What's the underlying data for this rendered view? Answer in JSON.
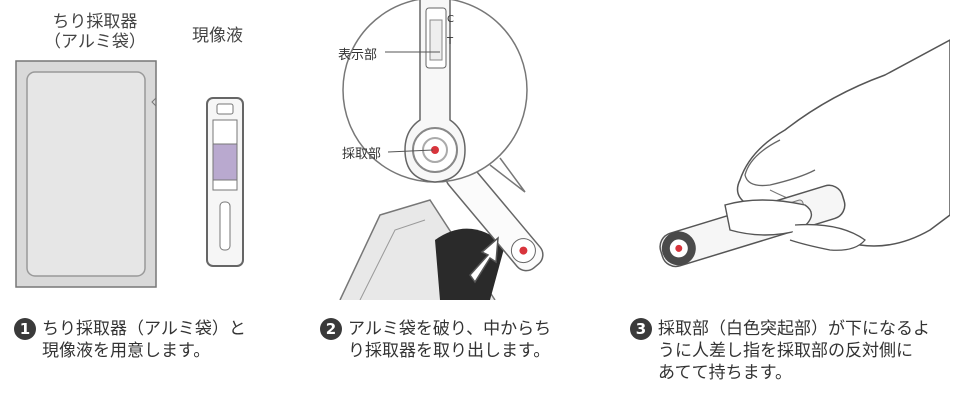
{
  "step1": {
    "label_collector": "ちり採取器\n（アルミ袋）",
    "label_reagent": "現像液",
    "number": "1",
    "caption": "ちり採取器（アルミ袋）と\n現像液を用意します。"
  },
  "step2": {
    "callout_display": "表示部",
    "callout_sampler": "採取部",
    "mark_c": "C",
    "mark_t": "T",
    "number": "2",
    "caption": "アルミ袋を破り、中からち\nり採取器を取り出します。"
  },
  "step3": {
    "number": "3",
    "caption": "採取部（白色突起部）が下になるよ\nうに人差し指を採取部の反対側に\nあてて持ちます。"
  },
  "colors": {
    "line": "#555555",
    "foil": "#d8d8d8",
    "liquid": "#b9a9cf",
    "red": "#d8343c",
    "badge": "#3a3a3a"
  }
}
